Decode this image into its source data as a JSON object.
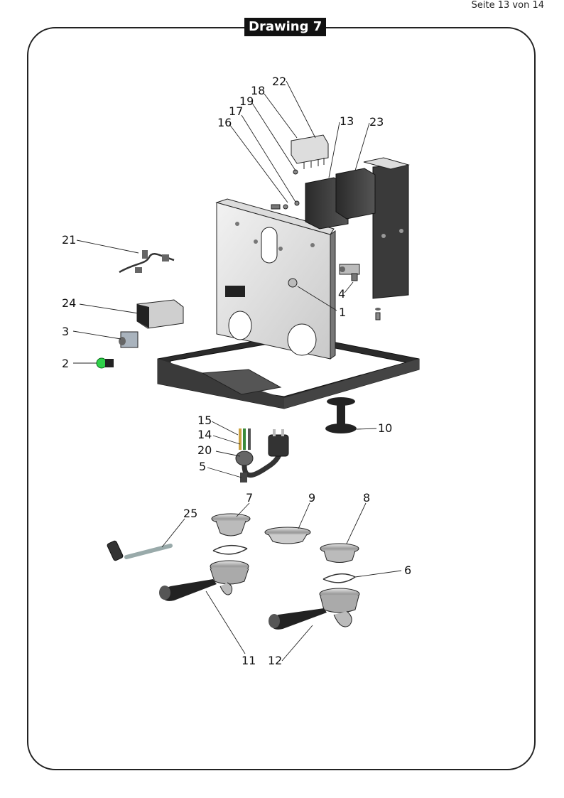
{
  "header": {
    "page_indicator": "Seite 13 von 14"
  },
  "drawing": {
    "title": "Drawing 7"
  },
  "callouts": {
    "c1": "1",
    "c2": "2",
    "c3": "3",
    "c4": "4",
    "c5": "5",
    "c6": "6",
    "c7": "7",
    "c8": "8",
    "c9": "9",
    "c10": "10",
    "c11": "11",
    "c12": "12",
    "c13": "13",
    "c14": "14",
    "c15": "15",
    "c16": "16",
    "c17": "17",
    "c18": "18",
    "c19": "19",
    "c20": "20",
    "c21": "21",
    "c22": "22",
    "c23": "23",
    "c24": "24",
    "c25": "25"
  }
}
